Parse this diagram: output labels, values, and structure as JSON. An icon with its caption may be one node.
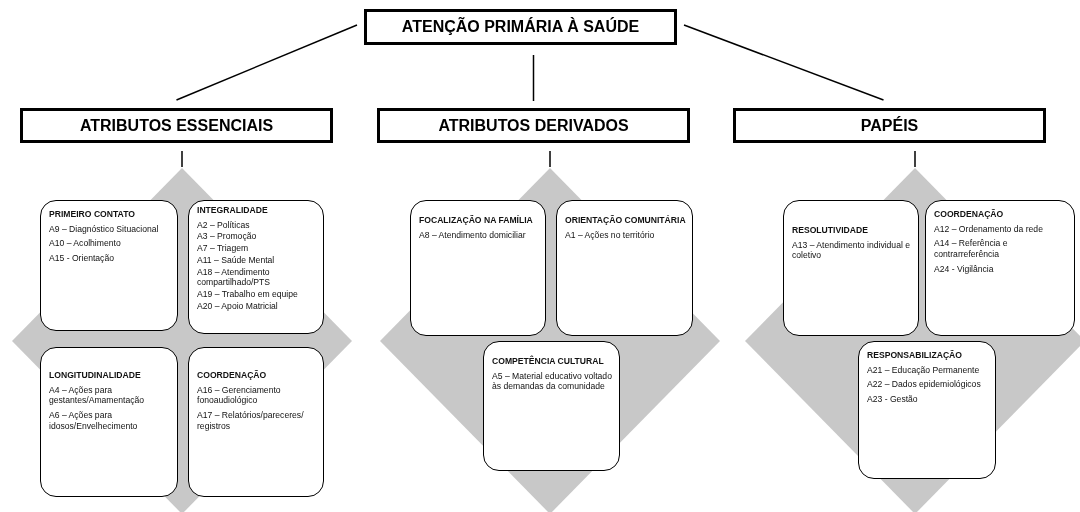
{
  "diagram": {
    "nodes": [
      {
        "text": [
          "ATENÇÃO PRIMÁRIA À SAÚDE"
        ]
      },
      {
        "text": [
          "ATRIBUTOS ESSENCIAIS"
        ]
      },
      {
        "text": [
          "ATRIBUTOS DERIVADOS"
        ]
      },
      {
        "text": [
          "PAPÉIS"
        ]
      },
      {
        "text": [],
        "shape": "diamond"
      },
      {
        "in": 4,
        "text": [
          "PRIMEIRO CONTATO",
          "A9 – Diagnóstico Situacional",
          "A10 – Acolhimento",
          "A15 - Orientação"
        ]
      },
      {
        "in": 4,
        "text": [
          "INTEGRALIDADE",
          "A2 – Políticas",
          "A3 – Promoção",
          "A7 – Triagem",
          "A11 – Saúde Mental",
          "A18 – Atendimento compartilhado/PTS",
          "A19 – Trabalho em equipe",
          "A20 – Apoio Matricial"
        ]
      },
      {
        "in": 4,
        "text": [
          "LONGITUDINALIDADE",
          "A4 – Ações para gestantes/Amamentação",
          "A6 – Ações para idosos/Envelhecimento"
        ]
      },
      {
        "in": 4,
        "text": [
          "COORDENAÇÃO",
          "A16 – Gerenciamento fonoaudiológico",
          "A17 – Relatórios/pareceres/ registros"
        ]
      },
      {
        "text": [],
        "shape": "diamond"
      },
      {
        "in": 9,
        "text": [
          "FOCALIZAÇÃO NA FAMÍLIA",
          "A8 – Atendimento domiciliar"
        ]
      },
      {
        "in": 9,
        "text": [
          "ORIENTAÇÃO COMUNITÁRIA",
          "A1 – Ações no território"
        ]
      },
      {
        "in": 9,
        "text": [
          "COMPETÊNCIA CULTURAL",
          "A5 – Material educativo voltado às demandas da comunidade"
        ]
      },
      {
        "text": [],
        "shape": "diamond"
      },
      {
        "in": 13,
        "text": [
          "RESOLUTIVIDADE",
          "A13 – Atendimento individual e coletivo"
        ]
      },
      {
        "in": 13,
        "text": [
          "COORDENAÇÃO",
          "A12 – Ordenamento da rede",
          "A14 – Referência e contrarreferência",
          "A24 - Vigilância"
        ]
      },
      {
        "in": 13,
        "text": [
          "RESPONSABILIZAÇÃO",
          "A21 – Educação Permanente",
          "A22 – Dados epidemiológicos",
          "A23 - Gestão"
        ]
      }
    ],
    "edges": [
      {
        "from": 0,
        "to": 1,
        "arrow": "none"
      },
      {
        "from": 0,
        "to": 2,
        "arrow": "none"
      },
      {
        "from": 0,
        "to": 3,
        "arrow": "none"
      },
      {
        "from": 1,
        "to": 4,
        "arrow": "none"
      },
      {
        "from": 2,
        "to": 9,
        "arrow": "none"
      },
      {
        "from": 3,
        "to": 13,
        "arrow": "none"
      }
    ]
  }
}
